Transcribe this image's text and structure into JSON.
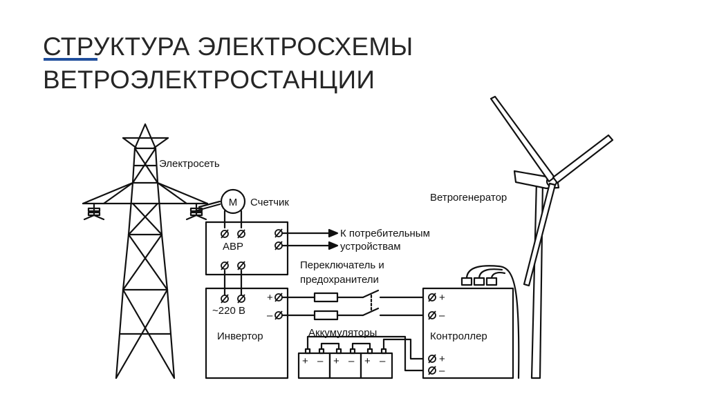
{
  "title": {
    "line1": "СТРУКТУРА ЭЛЕКТРОСХЕМЫ",
    "line2": "ВЕТРОЭЛЕКТРОСТАНЦИИ"
  },
  "diagram": {
    "power_grid_label": "Электросеть",
    "meter_symbol": "M",
    "meter_label": "Счетчик",
    "avr_label": "АВР",
    "consumers_line1": "К потребительным",
    "consumers_line2": "устройствам",
    "switch_label_line1": "Переключатель и",
    "switch_label_line2": "предохранители",
    "inverter_voltage": "~220 В",
    "inverter_label": "Инвертор",
    "batteries_label": "Аккумуляторы",
    "controller_label": "Контроллер",
    "wind_generator_label": "Ветрогенератор",
    "plus": "+",
    "minus": "–"
  },
  "colors": {
    "accent": "#1f4e9c",
    "ink": "#111111",
    "title": "#262626"
  }
}
